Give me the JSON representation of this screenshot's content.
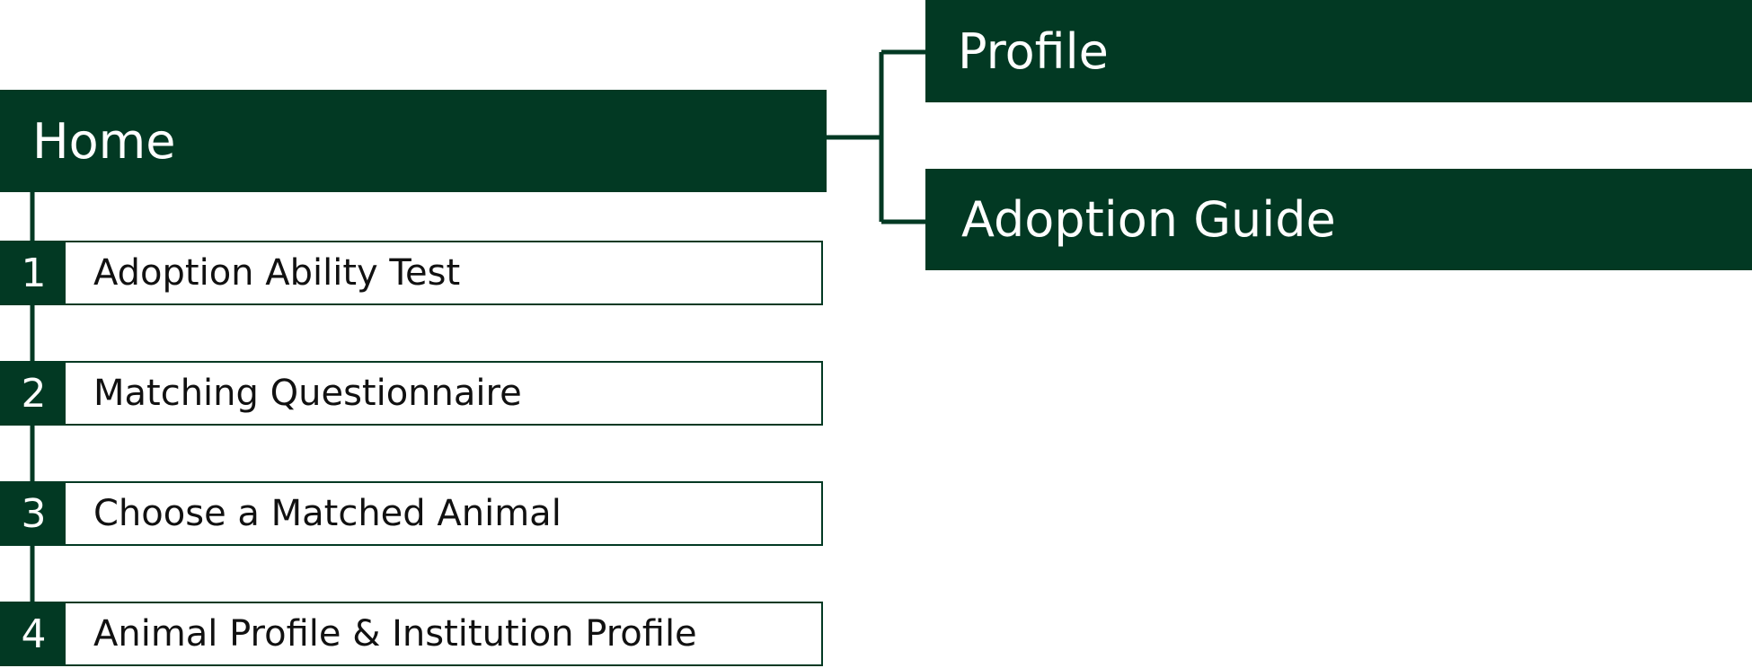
{
  "colors": {
    "node_fill": "#023923",
    "node_text": "#ffffff",
    "step_border": "#023923",
    "step_text": "#111111",
    "background": "#ffffff"
  },
  "home": {
    "label": "Home"
  },
  "branches": [
    {
      "label": "Profile"
    },
    {
      "label": "Adoption Guide"
    }
  ],
  "steps": [
    {
      "number": "1",
      "label": "Adoption Ability Test"
    },
    {
      "number": "2",
      "label": "Matching Questionnaire"
    },
    {
      "number": "3",
      "label": "Choose a Matched Animal"
    },
    {
      "number": "4",
      "label": "Animal Profile & Institution Profile"
    }
  ]
}
